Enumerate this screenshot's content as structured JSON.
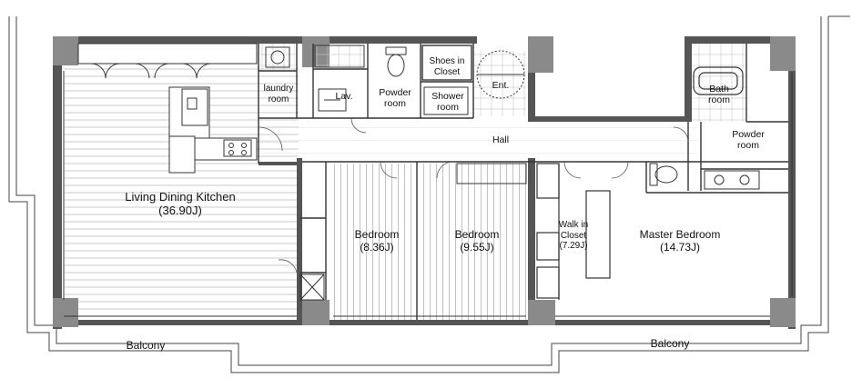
{
  "rooms": {
    "ldk": {
      "name": "Living Dining Kitchen",
      "area": "(36.90J)"
    },
    "laundry": {
      "name": "laundry\nroom"
    },
    "lav": {
      "name": "Lav."
    },
    "powder1": {
      "name": "Powder\nroom"
    },
    "shoes": {
      "name": "Shoes in\nCloset"
    },
    "shower": {
      "name": "Shower\nroom"
    },
    "entrance": {
      "name": "Ent."
    },
    "hall": {
      "name": "Hall"
    },
    "bath": {
      "name": "Bath\nroom"
    },
    "powder2": {
      "name": "Powder\nroom"
    },
    "bedroom1": {
      "name": "Bedroom",
      "area": "(8.36J)"
    },
    "bedroom2": {
      "name": "Bedroom",
      "area": "(9.55J)"
    },
    "walkin": {
      "name": "Walk in\nCloset",
      "area": "(7.29J)"
    },
    "master": {
      "name": "Master Bedroom",
      "area": "(14.73J)"
    }
  },
  "balconies": {
    "left": "Balcony",
    "right": "Balcony"
  },
  "colors": {
    "wall": "#555555",
    "column": "#8a8a8a",
    "line": "#333333",
    "floor_hatch": "#9a9a9a"
  }
}
